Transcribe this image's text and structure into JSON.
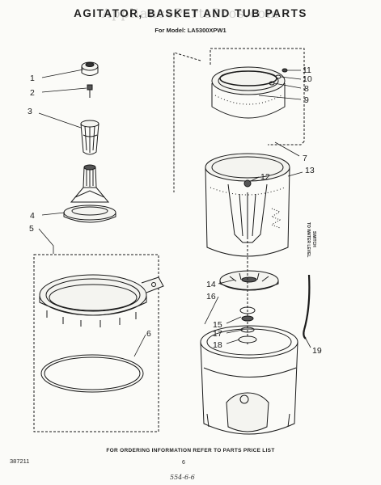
{
  "header": {
    "title": "AGITATOR, BASKET AND TUB PARTS",
    "watermark": "AppliancePartsPros.com",
    "model_line": "For Model: LA5300XPW1"
  },
  "callouts": {
    "c1": "1",
    "c2": "2",
    "c3": "3",
    "c4": "4",
    "c5": "5",
    "c6": "6",
    "c7": "7",
    "c8": "8",
    "c9": "9",
    "c10": "10",
    "c11": "11",
    "c12": "12",
    "c13": "13",
    "c14": "14",
    "c15": "15",
    "c16": "16",
    "c17": "17",
    "c18": "18",
    "c19": "19"
  },
  "hose_label": {
    "line1": "TO WATER LEVEL",
    "line2": "SWITCH"
  },
  "footer": {
    "ordering_note": "FOR ORDERING INFORMATION REFER TO PARTS PRICE LIST",
    "document_number": "387211",
    "page_number": "6",
    "handwritten": "554-6-6"
  }
}
